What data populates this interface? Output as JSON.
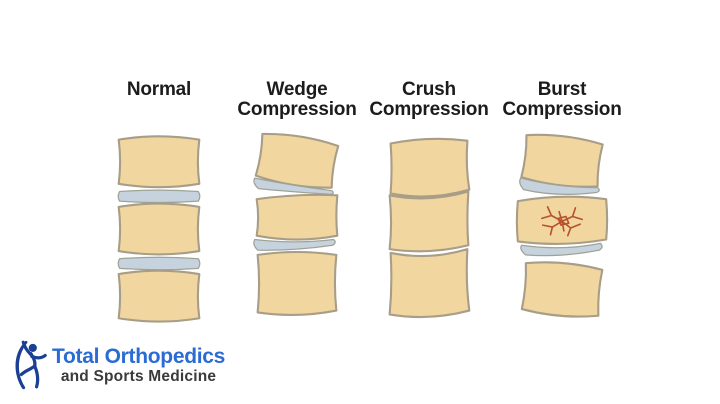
{
  "columns": [
    {
      "label": "Normal",
      "illustration": "normal-spine-illustration"
    },
    {
      "label": "Wedge Compression",
      "illustration": "wedge-compression-spine-illustration"
    },
    {
      "label": "Crush Compression",
      "illustration": "crush-compression-spine-illustration"
    },
    {
      "label": "Burst Compression",
      "illustration": "burst-compression-spine-illustration"
    }
  ],
  "logo": {
    "line1": "Total Orthopedics",
    "line2": "and Sports Medicine",
    "icon": "athlete-figure-with-arc-icon"
  },
  "colors": {
    "background": "#ffffff",
    "label_text": "#1c1c1c",
    "vertebra_fill": "#f2d6a0",
    "vertebra_outline": "#a89e87",
    "disc_fill": "#c6d2de",
    "disc_outline": "#9fa396",
    "fracture_crack": "#b4532c",
    "logo_blue": "#2b6cd4",
    "logo_dark": "#3a3a3a",
    "logo_icon_navy": "#1c3f96"
  }
}
